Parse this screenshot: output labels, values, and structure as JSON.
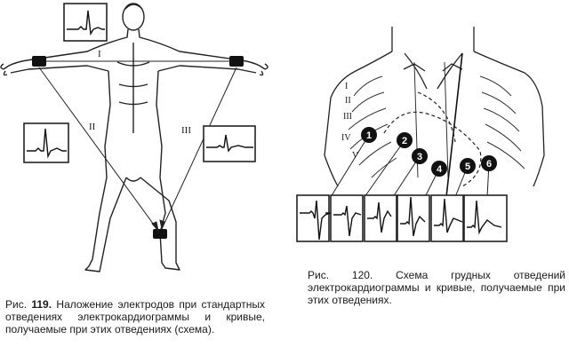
{
  "fig119": {
    "caption_prefix": "Рис. ",
    "caption_number": "119.",
    "caption_text": " Наложение электродов при стандартных отведениях электрокардиограммы и кривые, получаемые при этих отведениях (схема).",
    "lead_labels": [
      "I",
      "II",
      "III"
    ]
  },
  "fig120": {
    "caption": "Рис. 120. Схема грудных отведений электрокардиограммы и кривые, получаемые при этих отведениях.",
    "electrode_numbers": [
      "1",
      "2",
      "3",
      "4",
      "5",
      "6"
    ],
    "rib_labels": [
      "I",
      "II",
      "III",
      "IV",
      "V"
    ]
  }
}
